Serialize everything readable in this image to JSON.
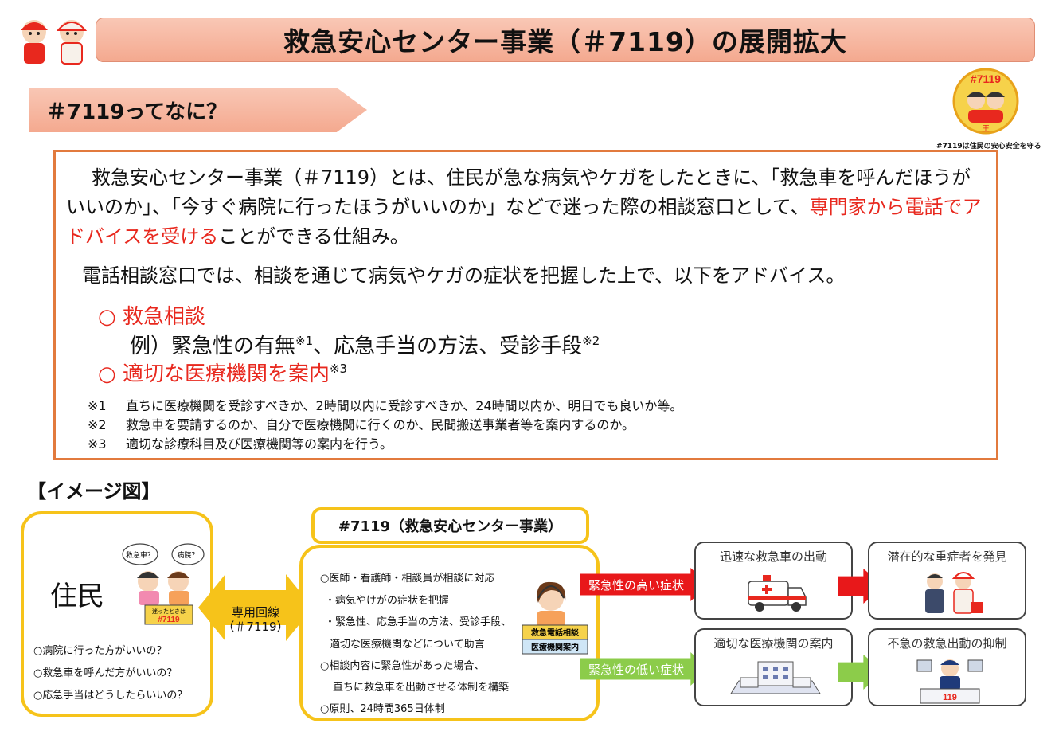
{
  "header": {
    "title": "救急安心センター事業（＃7119）の展開拡大",
    "section_heading": "＃7119ってなに？",
    "logo_text": "#7119",
    "logo_caption": "#7119は住民の安心安全を守る"
  },
  "explanation": {
    "para1_a": "救急安心センター事業（＃7119）とは、住民が急な病気やケガをしたときに、「救急車を呼んだほうがいいのか」、「今すぐ病院に行ったほうがいいのか」などで迷った際の相談窓口として、",
    "para1_red": "専門家から電話でアドバイスを受ける",
    "para1_b": "ことができる仕組み。",
    "para2": "電話相談窓口では、相談を通じて病気やケガの症状を把握した上で、以下をアドバイス。",
    "bullet1": "○ 救急相談",
    "example_a": "例）緊急性の有無",
    "example_sup1": "※1",
    "example_b": "、応急手当の方法、受診手段",
    "example_sup2": "※2",
    "bullet2": "○ 適切な医療機関を案内",
    "bullet2_sup": "※3",
    "notes": [
      {
        "mark": "※1",
        "text": "直ちに医療機関を受診すべきか、2時間以内に受診すべきか、24時間以内か、明日でも良いか等。"
      },
      {
        "mark": "※2",
        "text": "救急車を要請するのか、自分で医療機関に行くのか、民間搬送事業者等を案内するのか。"
      },
      {
        "mark": "※3",
        "text": "適切な診療科目及び医療機関等の案内を行う。"
      }
    ]
  },
  "diagram": {
    "heading": "【イメージ図】",
    "resident": {
      "title": "住民",
      "bubble1": "救急車？",
      "bubble2": "病院？",
      "sign_line1": "迷ったときは",
      "sign_line2": "#7119",
      "questions": [
        "○病院に行った方がいいの？",
        "○救急車を呼んだ方がいいの？",
        "○応急手当はどうしたらいいの？"
      ]
    },
    "line": {
      "label1": "専用回線",
      "label2": "（＃7119）"
    },
    "center": {
      "title": "#7119（救急安心センター事業）",
      "lines": [
        "○医師・看護師・相談員が相談に対応",
        "・病気やけがの症状を把握",
        "・緊急性、応急手当の方法、受診手段、",
        "適切な医療機関などについて助言",
        "○相談内容に緊急性があった場合、",
        "直ちに救急車を出動させる体制を構築",
        "○原則、24時間365日体制"
      ],
      "badge_line1": "救急電話相談",
      "badge_line2": "医療機関案内"
    },
    "high_urgency": "緊急性の高い症状",
    "low_urgency": "緊急性の低い症状",
    "outcomes": {
      "ambulance": "迅速な救急車の出動",
      "serious": "潜在的な重症者を発見",
      "hospital": "適切な医療機関の案内",
      "suppress": "不急の救急出動の抑制",
      "desk_sign": "119"
    }
  },
  "colors": {
    "title_bar": "#f4a98f",
    "box_border": "#e27a3d",
    "accent_red": "#e8281e",
    "yellow_border": "#f6c31a",
    "arrow_red": "#e8181a",
    "arrow_green": "#8ccc4a"
  }
}
